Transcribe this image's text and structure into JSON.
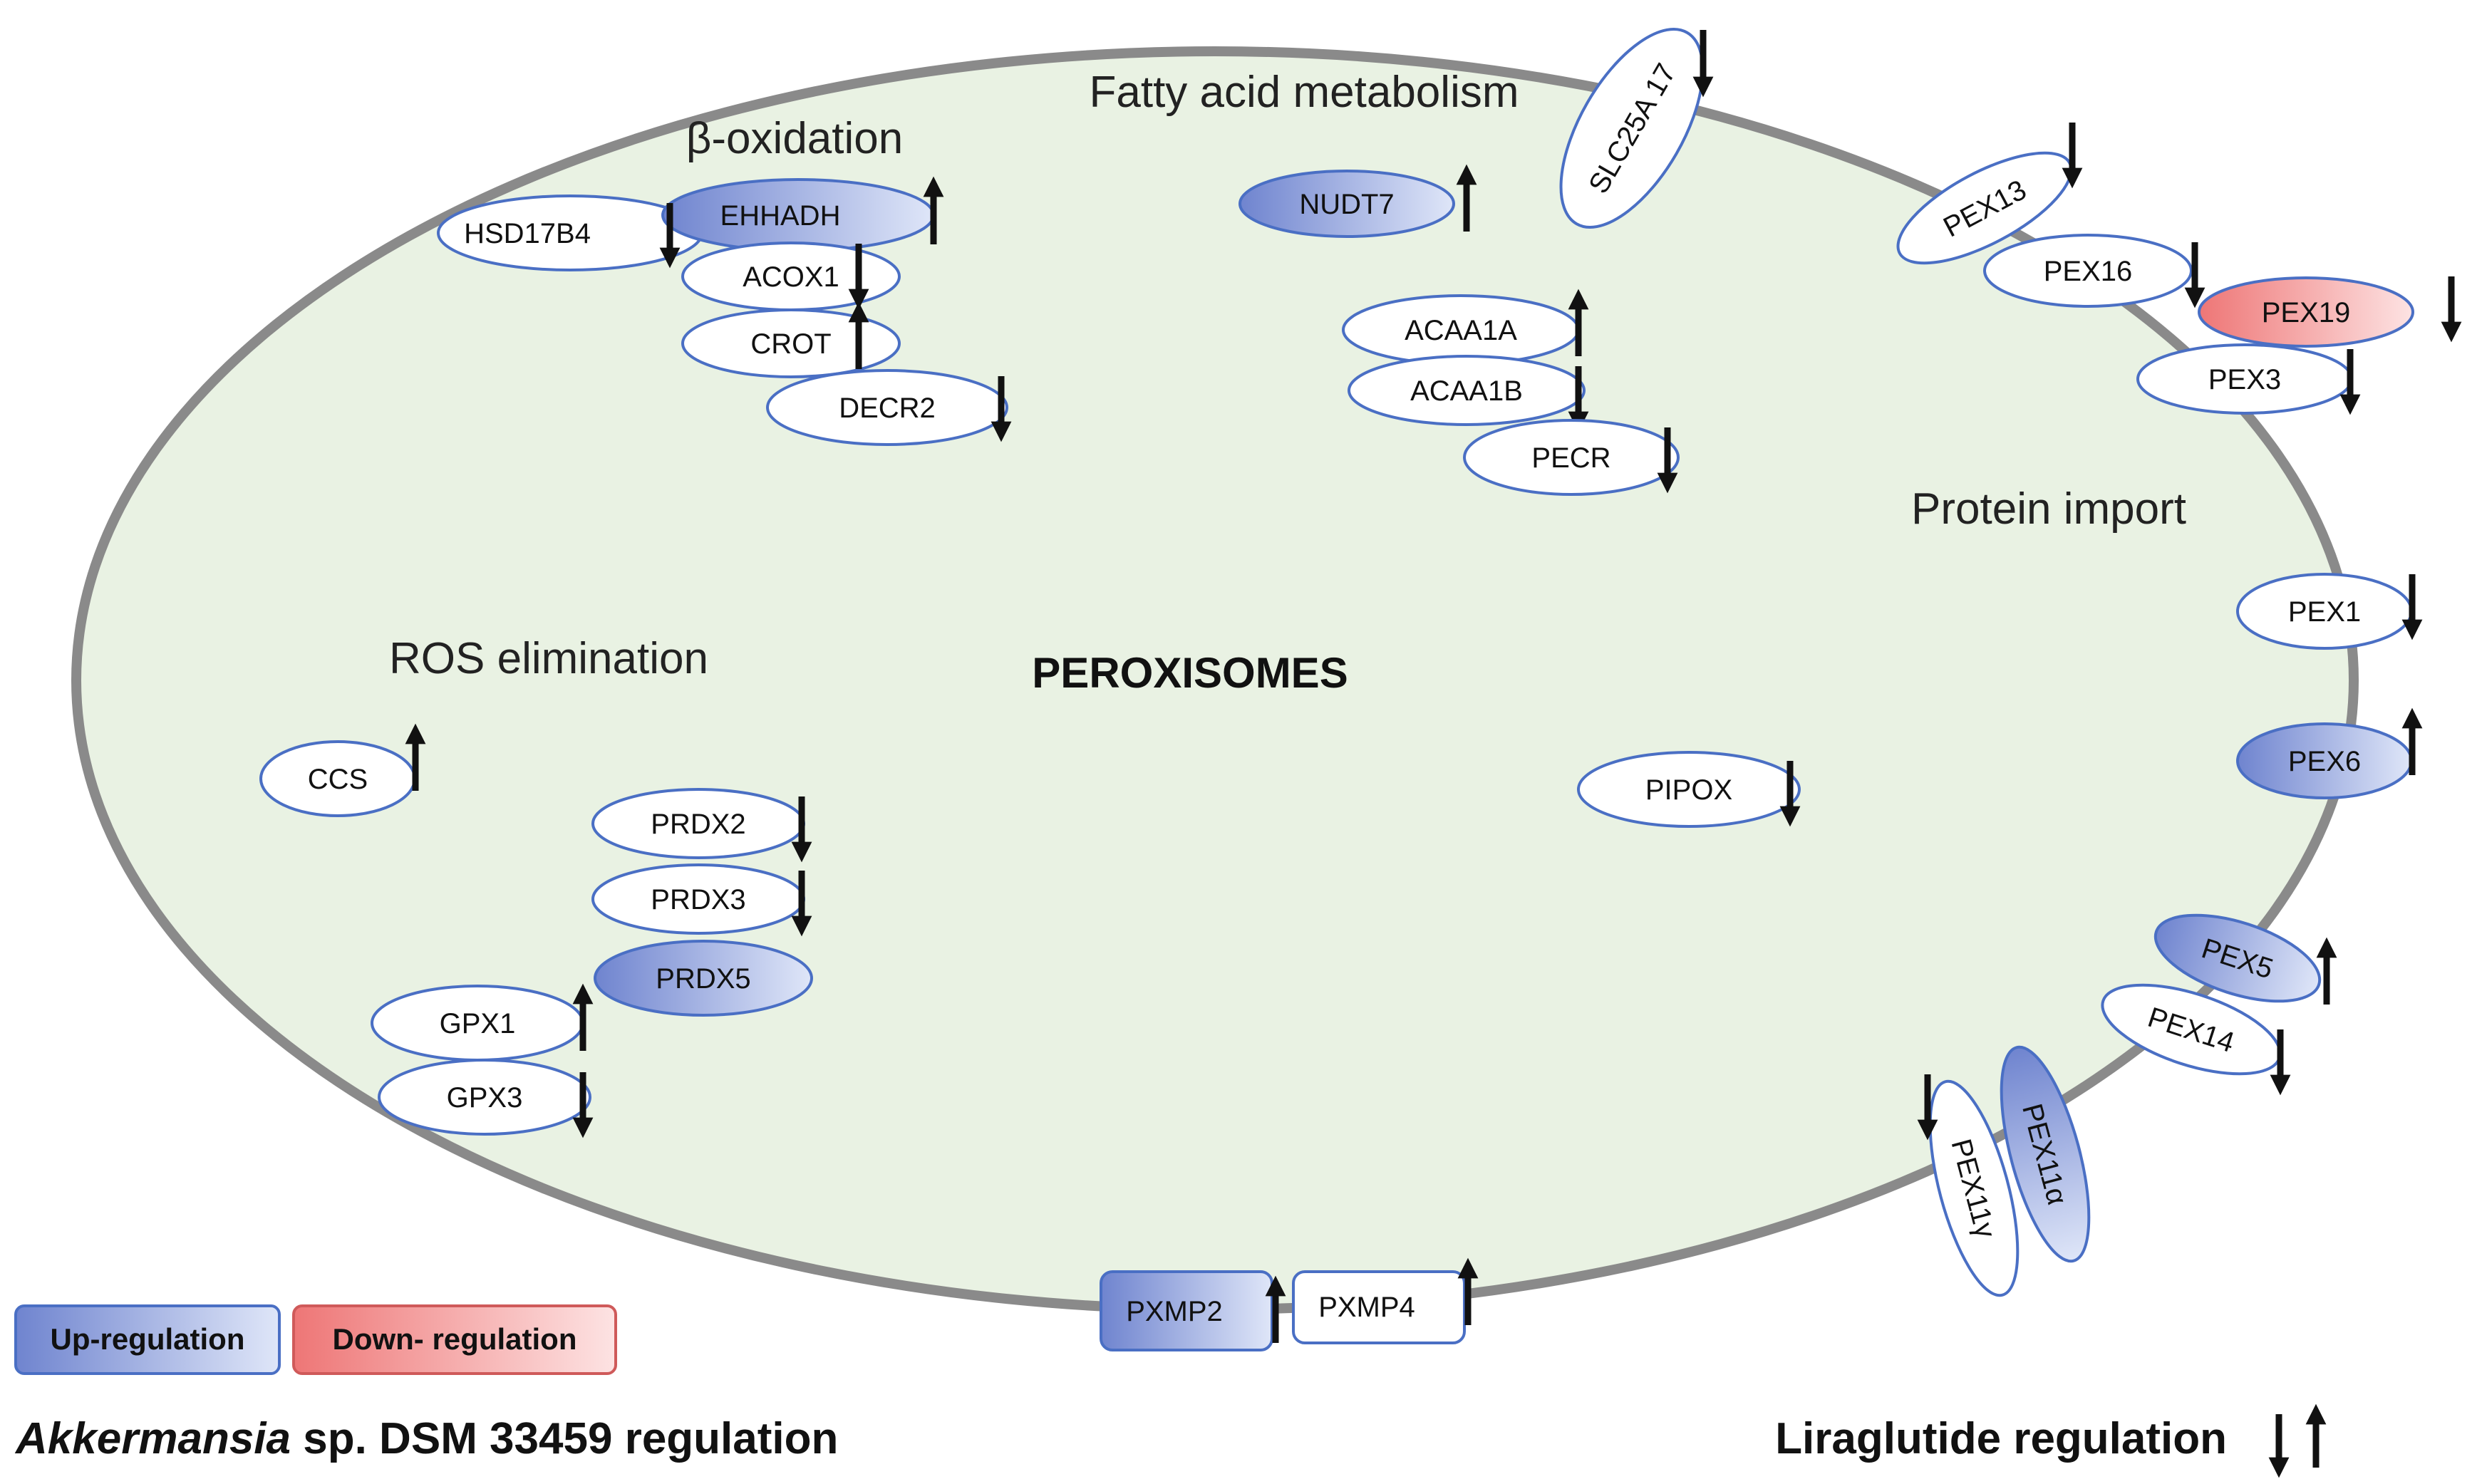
{
  "title": "PEROXISOMES",
  "categories": {
    "beta_oxidation": "β-oxidation",
    "fatty_acid": "Fatty acid metabolism",
    "protein_import": "Protein import",
    "ros": "ROS elimination"
  },
  "genes": {
    "hsd17b4": "HSD17B4",
    "ehhadh": "EHHADH",
    "acox1": "ACOX1",
    "crot": "CROT",
    "decr2": "DECR2",
    "nudt7": "NUDT7",
    "slc25a17": "SLC25A 17",
    "acaa1a": "ACAA1A",
    "acaa1b": "ACAA1B",
    "pecr": "PECR",
    "pex13": "PEX13",
    "pex16": "PEX16",
    "pex19": "PEX19",
    "pex3": "PEX3",
    "pex1": "PEX1",
    "pex6": "PEX6",
    "pex5": "PEX5",
    "pex14": "PEX14",
    "pex11a": "PEX11α",
    "pex11y": "PEX11γ",
    "pipox": "PIPOX",
    "ccs": "CCS",
    "prdx2": "PRDX2",
    "prdx3": "PRDX3",
    "prdx5": "PRDX5",
    "gpx1": "GPX1",
    "gpx3": "GPX3",
    "pxmp2": "PXMP2",
    "pxmp4": "PXMP4"
  },
  "legend": {
    "up": "Up-regulation",
    "down": "Down- regulation",
    "akk_italic": "Akkermansia",
    "akk_rest": " sp. DSM 33459 regulation",
    "lira": "Liraglutide regulation"
  },
  "colors": {
    "membrane": "#8a8a8a",
    "lumen": "#e9f2e3",
    "up_fill": "#6f84cf",
    "down_fill": "#ee7676",
    "outline": "#4a6fc4"
  }
}
